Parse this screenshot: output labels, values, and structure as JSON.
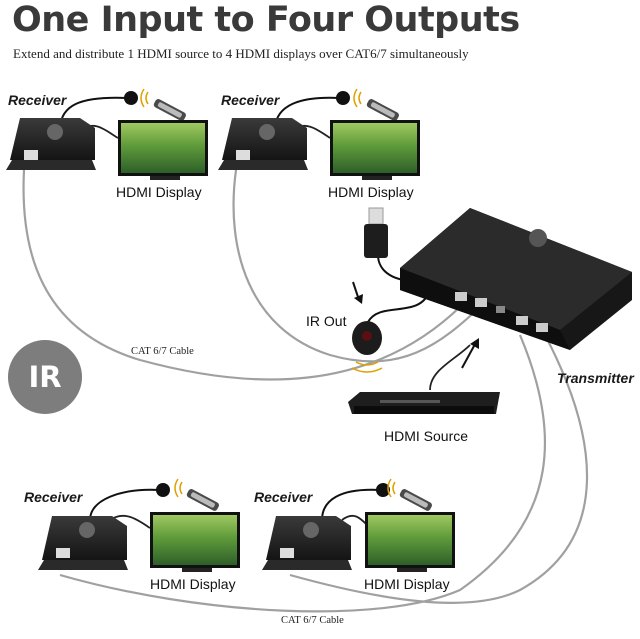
{
  "title": "One Input to Four Outputs",
  "subtitle": "Extend and distribute 1 HDMI source to 4 HDMI displays over CAT6/7 simultaneously",
  "receiver_label": "Receiver",
  "display_label": "HDMI Display",
  "transmitter_label": "Transmitter",
  "source_label": "HDMI Source",
  "ir_out_label": "IR Out",
  "ir_badge": "IR",
  "cable_label": "CAT 6/7 Cable",
  "colors": {
    "device": "#1f1f1f",
    "cable": "#9a9a9a",
    "badge": "#7d7d7d",
    "title": "#3a3a3a"
  }
}
